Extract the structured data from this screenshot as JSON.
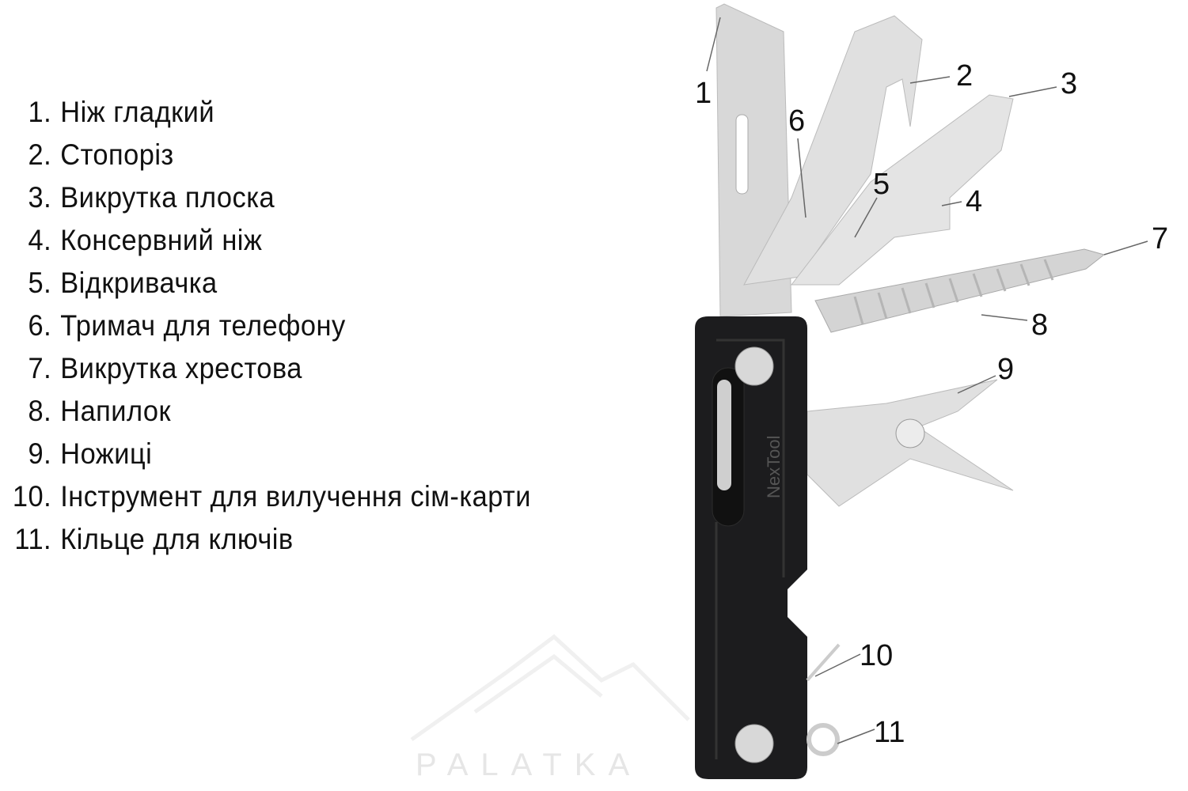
{
  "legend": [
    {
      "num": "1.",
      "label": "Ніж гладкий"
    },
    {
      "num": "2.",
      "label": "Стопоріз"
    },
    {
      "num": "3.",
      "label": "Викрутка плоска"
    },
    {
      "num": "4.",
      "label": "Консервний ніж"
    },
    {
      "num": "5.",
      "label": "Відкривачка"
    },
    {
      "num": "6.",
      "label": "Тримач для телефону"
    },
    {
      "num": "7.",
      "label": "Викрутка хрестова"
    },
    {
      "num": "8.",
      "label": "Напилок"
    },
    {
      "num": "9.",
      "label": "Ножиці"
    },
    {
      "num": "10.",
      "label": "Інструмент для вилучення сім-карти"
    },
    {
      "num": "11.",
      "label": "Кільце для ключів"
    }
  ],
  "callouts": [
    "1",
    "2",
    "3",
    "4",
    "5",
    "6",
    "7",
    "8",
    "9",
    "10",
    "11"
  ],
  "brand_on_handle": "NexTool",
  "watermark": "PALATKA",
  "colors": {
    "handle": "#1c1c1e",
    "steel": "#dcdcdc",
    "text": "#111111"
  }
}
